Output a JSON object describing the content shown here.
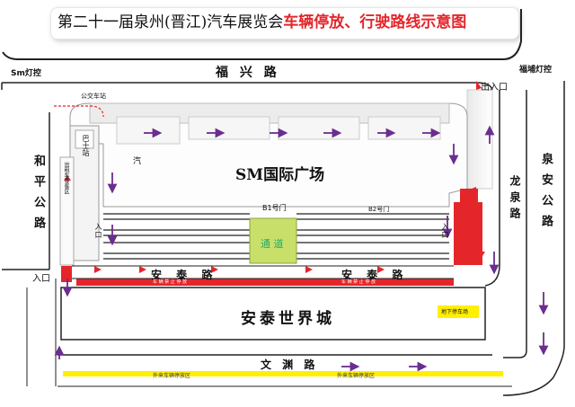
{
  "title": {
    "part_black": "第二十一届泉州(晋江)汽车展览会",
    "part_red": "车辆停放、行驶路线示意图"
  },
  "roads": {
    "north": "福 兴 路",
    "west": "和平公路",
    "east_inner": "龙泉路",
    "east_outer": "泉安公路",
    "south_inner": "安 泰 路",
    "south": "文 渊 路"
  },
  "lights": {
    "sm": "Sm灯控",
    "fupu": "福埔灯控"
  },
  "labels": {
    "mall": "SM国际广场",
    "world_city": "安泰世界城",
    "gate_b1": "B1号门",
    "gate_b2": "B2号门",
    "passage": "通 道",
    "entry_exit_ne": "出入口",
    "entry_west": "入口",
    "entry_inner": "入口",
    "entry_inner_right": "入口",
    "bus_stop": "公交车站",
    "underground": "地下停车场",
    "bashi_station": "巴士站",
    "auto_label": "汽",
    "taxi_zone": "出租车等客区",
    "red_strip_1": "车 辆 禁 止 停 放",
    "red_strip_2": "车 辆 禁 止 停 放",
    "yellow_1": "外来车辆停放区",
    "yellow_2": "外来车辆停放区"
  },
  "colors": {
    "red": "#e4262b",
    "yellow": "#ffef00",
    "green": "#c8e06a",
    "arrow_purple": "#6b2d8f",
    "road_gray": "#d9d9d9"
  }
}
